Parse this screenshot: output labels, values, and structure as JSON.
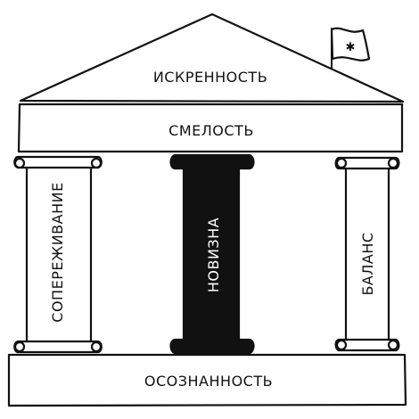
{
  "diagram": {
    "roof_label": "ИСКРЕННОСТЬ",
    "architrave_label": "СМЕЛОСТЬ",
    "base_label": "ОСОЗНАННОСТЬ",
    "columns": [
      {
        "label": "СОПЕРЕЖИВАНИЕ",
        "style": "outline"
      },
      {
        "label": "НОВИЗНА",
        "style": "filled"
      },
      {
        "label": "БАЛАНС",
        "style": "outline"
      }
    ],
    "flag_icon": "flag-with-star-icon",
    "colors": {
      "ink": "#111111",
      "paper": "#ffffff"
    }
  }
}
